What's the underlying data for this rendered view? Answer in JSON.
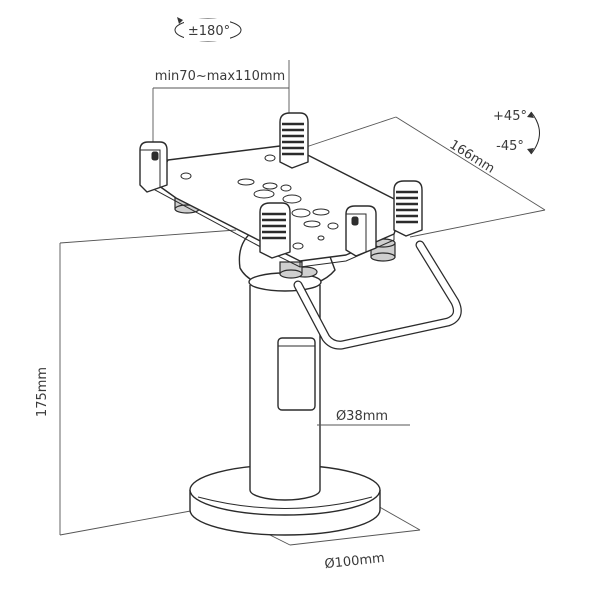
{
  "labels": {
    "rotation": "±180°",
    "clamp_range": "min70~max110mm",
    "tilt_up": "+45°",
    "tilt_down": "-45°",
    "depth": "166mm",
    "height": "175mm",
    "pole_diameter": "Ø38mm",
    "base_diameter": "Ø100mm"
  }
}
